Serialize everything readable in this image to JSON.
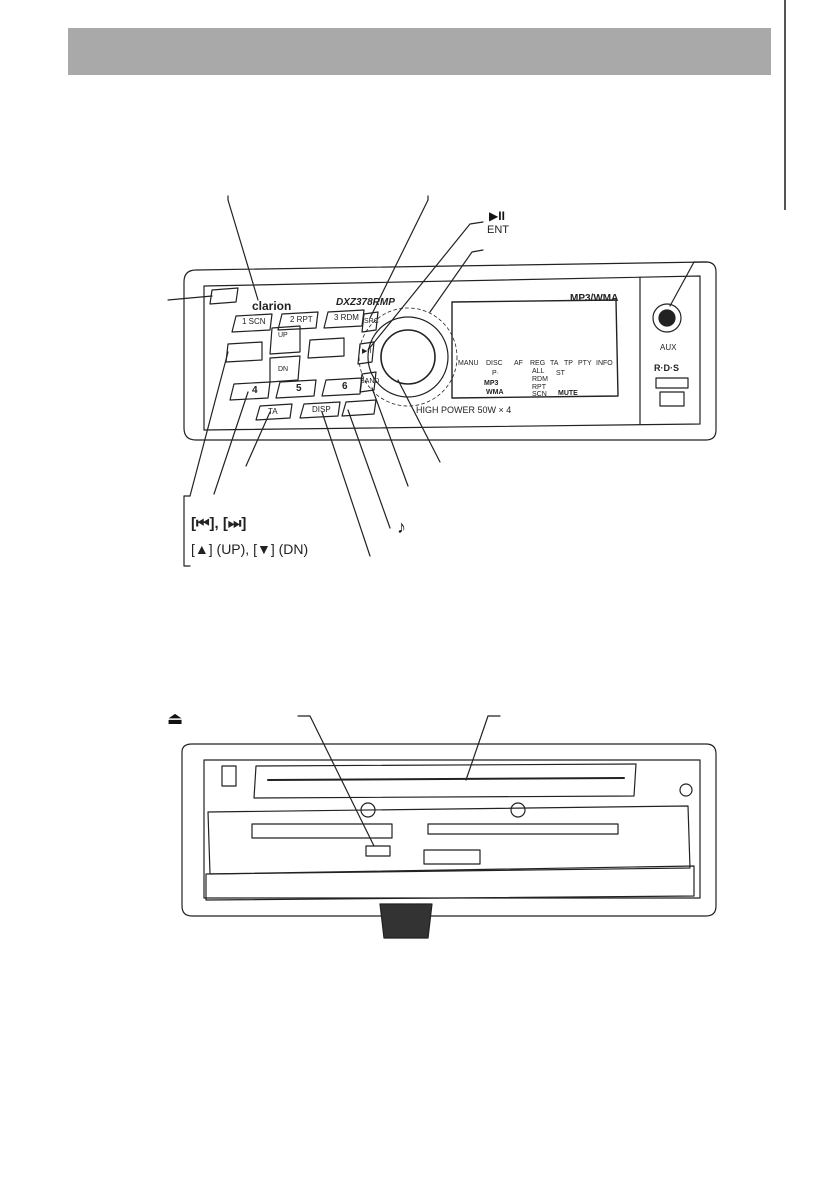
{
  "front_panel": {
    "brand": "clarion",
    "model": "DXZ378RMP",
    "format_badge": "MP3/WMA",
    "power_note": "HIGH POWER 50W × 4",
    "buttons": {
      "p1": "1 SCN",
      "p2": "2 RPT",
      "p3": "3 RDM",
      "p4": "4",
      "p5": "5",
      "p6": "6",
      "ta": "TA",
      "disp": "DISP",
      "src": "SRC",
      "band": "BAND",
      "play": "▶II",
      "up": "UP",
      "dn": "DN",
      "aux": "AUX",
      "rds": "R·D·S"
    },
    "display_segments": {
      "indicators": [
        "AF",
        "REG",
        "TA",
        "TP",
        "PTY",
        "INFO"
      ],
      "left_labels": [
        "MANU",
        "DISC",
        "P·"
      ],
      "mode_labels": [
        "ALL",
        "RDM",
        "RPT",
        "SCN"
      ],
      "badge_mp3": "MP3",
      "badge_wma": "WMA",
      "mute": "MUTE",
      "st": "ST"
    }
  },
  "callouts": {
    "play_pause_glyph": "▶II",
    "play_pause_label": "ENT",
    "skip_buttons": "[⏮], [⏭]",
    "up_down_buttons": "[▲] (UP), [▼] (DN)",
    "note_glyph": "♪",
    "eject_glyph": "⏏"
  }
}
